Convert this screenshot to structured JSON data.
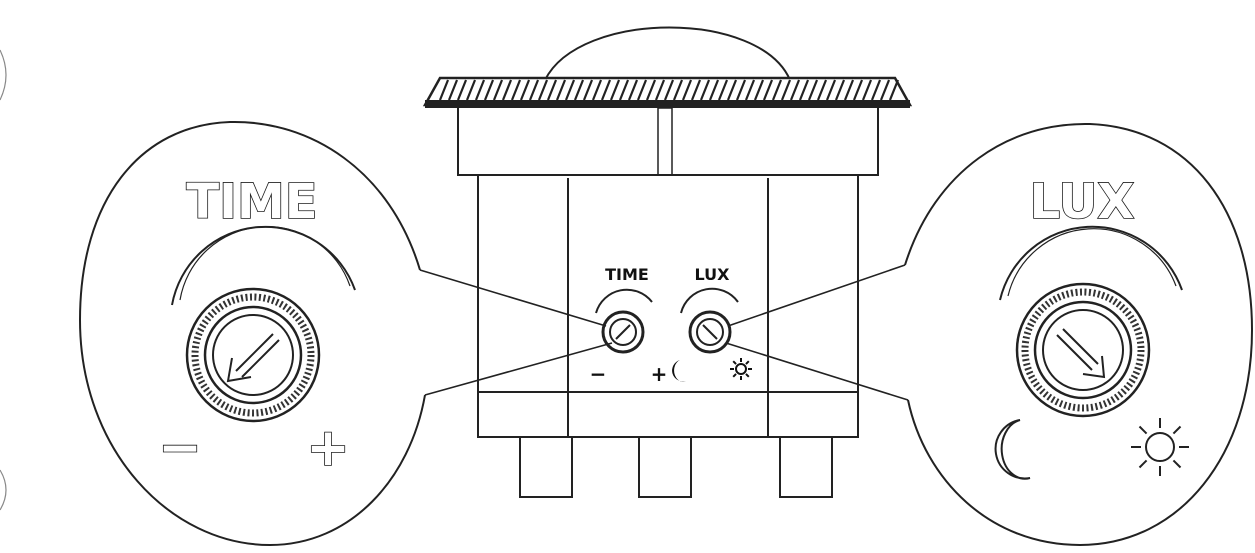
{
  "device": {
    "label_time": "TIME",
    "label_lux": "LUX"
  },
  "time_callout": {
    "title": "TIME",
    "minus": "−",
    "plus": "+"
  },
  "lux_callout": {
    "title": "LUX",
    "moon_icon": "moon-icon",
    "sun_icon": "sun-icon"
  },
  "small_labels": {
    "minus": "−",
    "plus": "+"
  }
}
